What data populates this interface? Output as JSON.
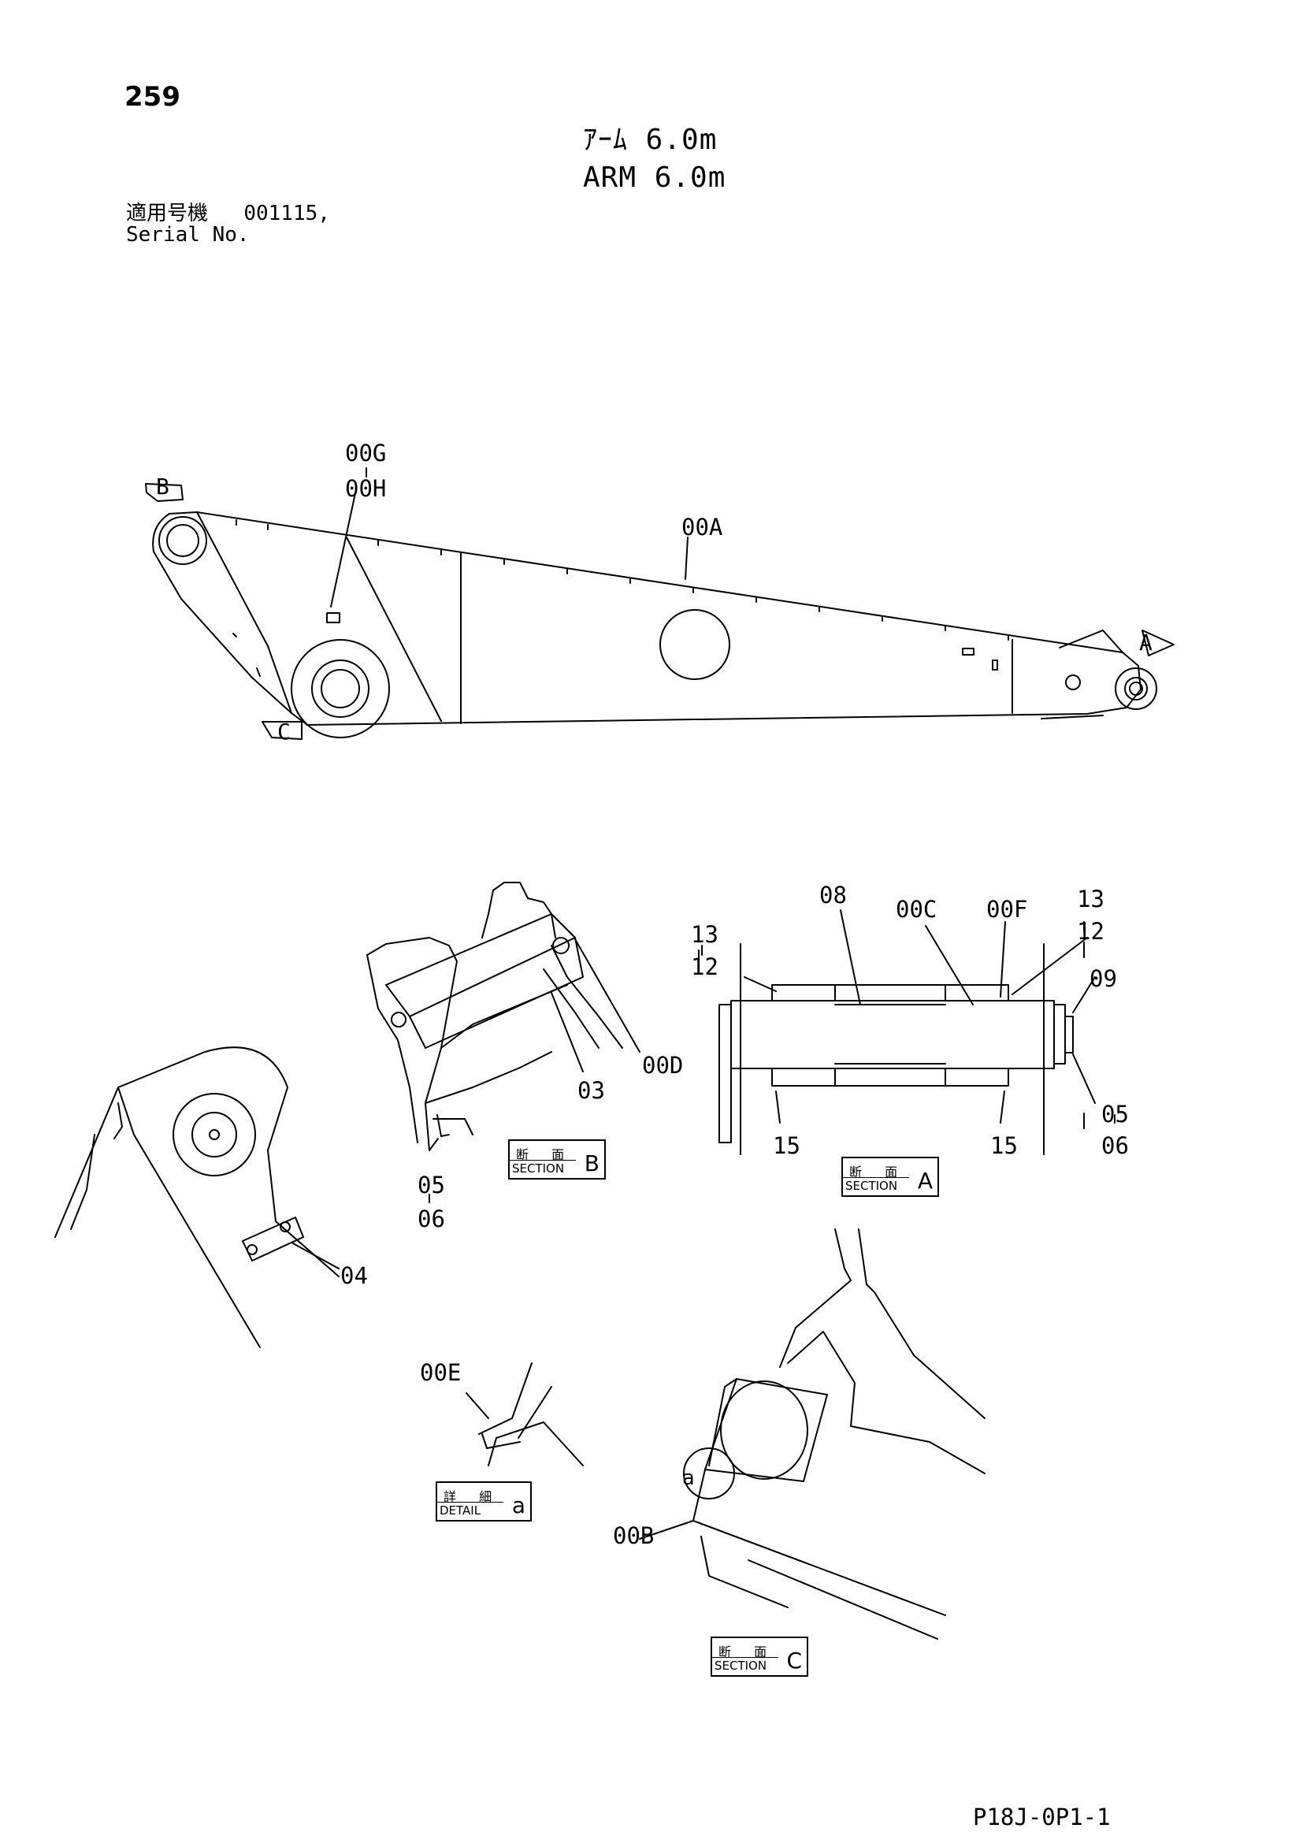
{
  "page_number": "259",
  "title_jp": "ｱｰﾑ 6.0m",
  "title_en": "ARM 6.0m",
  "serial_label_jp": "適用号機",
  "serial_value": "001115,",
  "serial_label_en": "Serial No.",
  "callouts": {
    "c00G": "00G",
    "c00H": "00H",
    "c00A": "00A",
    "arrowA": "A",
    "arrowB": "B",
    "arrowC": "C",
    "c08": "08",
    "c00C": "00C",
    "c00F": "00F",
    "c13_left": "13",
    "c12_left": "12",
    "c13_right": "13",
    "c12_right": "12",
    "c09": "09",
    "c05_right": "05",
    "c06_right": "06",
    "c15_left": "15",
    "c15_right": "15",
    "c00D": "00D",
    "c03": "03",
    "c05_left": "05",
    "c06_left": "06",
    "c04": "04",
    "c00E": "00E",
    "c00B": "00B",
    "ca": "a"
  },
  "section_b": {
    "jp": "断 面",
    "en": "SECTION",
    "letter": "B"
  },
  "section_a": {
    "jp": "断 面",
    "en": "SECTION",
    "letter": "A"
  },
  "section_c": {
    "jp": "断 面",
    "en": "SECTION",
    "letter": "C"
  },
  "detail_a": {
    "jp": "詳 細",
    "en": "DETAIL",
    "letter": "a"
  },
  "footer_code": "P18J-0P1-1"
}
